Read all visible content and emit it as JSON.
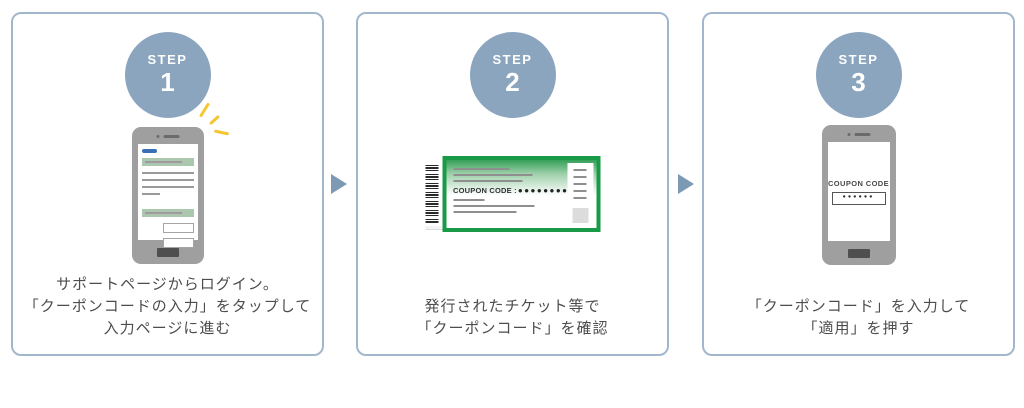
{
  "colors": {
    "card_border": "#a2b7cd",
    "step_circle": "#8ba5bf",
    "arrow": "#7e99b4",
    "ticket_green": "#189a47",
    "spark_yellow": "#f6c632",
    "phone_gray": "#9f9f9f",
    "screen_green_bar": "#abc7ae",
    "caption_text": "#4d4d4d"
  },
  "steps": [
    {
      "badge_label": "STEP",
      "number": "1",
      "caption_lines": [
        "サポートページからログイン。",
        "「クーポンコードの入力」をタップして",
        "入力ページに進む"
      ]
    },
    {
      "badge_label": "STEP",
      "number": "2",
      "caption_lines": [
        "発行されたチケット等で",
        "「クーポンコード」を確認"
      ]
    },
    {
      "badge_label": "STEP",
      "number": "3",
      "caption_lines": [
        "「クーポンコード」を入力して",
        "「適用」を押す"
      ]
    }
  ],
  "ticket": {
    "coupon_label": "COUPON CODE :",
    "coupon_dots": "●●●●●●●●"
  },
  "phone_screen": {
    "coupon_label": "COUPON CODE",
    "coupon_dots": "●●●●●●"
  }
}
